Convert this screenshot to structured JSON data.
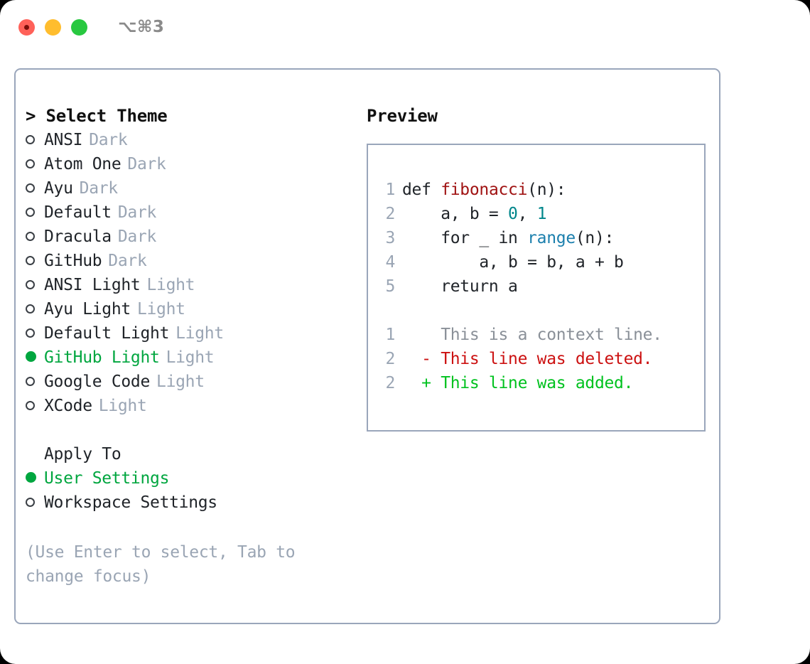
{
  "titlebar": {
    "shortcut": "⌥⌘3",
    "lights": [
      "close",
      "minimize",
      "zoom"
    ]
  },
  "left": {
    "prompt": "> Select Theme",
    "themes": [
      {
        "name": "ANSI",
        "kind": "Dark",
        "selected": false
      },
      {
        "name": "Atom One",
        "kind": "Dark",
        "selected": false
      },
      {
        "name": "Ayu",
        "kind": "Dark",
        "selected": false
      },
      {
        "name": "Default",
        "kind": "Dark",
        "selected": false
      },
      {
        "name": "Dracula",
        "kind": "Dark",
        "selected": false
      },
      {
        "name": "GitHub",
        "kind": "Dark",
        "selected": false
      },
      {
        "name": "ANSI Light",
        "kind": "Light",
        "selected": false
      },
      {
        "name": "Ayu Light",
        "kind": "Light",
        "selected": false
      },
      {
        "name": "Default Light",
        "kind": "Light",
        "selected": false
      },
      {
        "name": "GitHub Light",
        "kind": "Light",
        "selected": true
      },
      {
        "name": "Google Code",
        "kind": "Light",
        "selected": false
      },
      {
        "name": "XCode",
        "kind": "Light",
        "selected": false
      }
    ],
    "apply_to_label": "Apply To",
    "apply_options": [
      {
        "name": "User Settings",
        "selected": true
      },
      {
        "name": "Workspace Settings",
        "selected": false
      }
    ],
    "hint": "(Use Enter to select, Tab to change focus)"
  },
  "right": {
    "heading": "Preview",
    "code": [
      {
        "lineno": "1",
        "parts": [
          {
            "t": "def ",
            "c": "plain"
          },
          {
            "t": "fibonacci",
            "c": "fn"
          },
          {
            "t": "(n):",
            "c": "plain"
          }
        ]
      },
      {
        "lineno": "2",
        "parts": [
          {
            "t": "    a, b = ",
            "c": "plain"
          },
          {
            "t": "0",
            "c": "num"
          },
          {
            "t": ", ",
            "c": "plain"
          },
          {
            "t": "1",
            "c": "num"
          }
        ]
      },
      {
        "lineno": "3",
        "parts": [
          {
            "t": "    for _ in ",
            "c": "plain"
          },
          {
            "t": "range",
            "c": "call"
          },
          {
            "t": "(n):",
            "c": "plain"
          }
        ]
      },
      {
        "lineno": "4",
        "parts": [
          {
            "t": "        a, b = b, a + b",
            "c": "plain"
          }
        ]
      },
      {
        "lineno": "5",
        "parts": [
          {
            "t": "    return a",
            "c": "plain"
          }
        ]
      }
    ],
    "diff": [
      {
        "lineno": "1",
        "sign": " ",
        "text": "This is a context line.",
        "kind": "ctx"
      },
      {
        "lineno": "2",
        "sign": "-",
        "text": "This line was deleted.",
        "kind": "del"
      },
      {
        "lineno": "2",
        "sign": "+",
        "text": "This line was added.",
        "kind": "add"
      }
    ]
  },
  "colors": {
    "accent_green": "#00a63f",
    "muted": "#9aa5b4",
    "border": "#9aa6bb",
    "fn_red": "#a01313",
    "num_teal": "#00868b",
    "call_blue": "#1b7fad",
    "diff_del": "#cc1111",
    "diff_add": "#00c21f"
  }
}
